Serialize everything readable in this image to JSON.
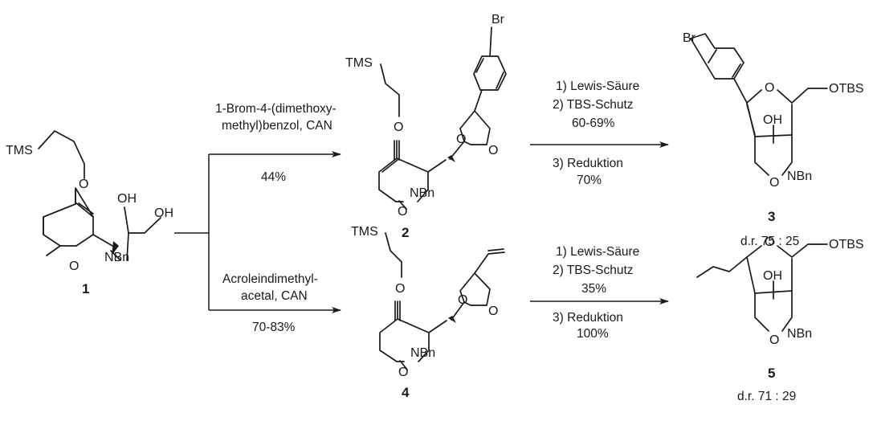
{
  "atoms": {
    "tms": "TMS",
    "oh": "OH",
    "o": "O",
    "nbn": "NBn",
    "br": "Br",
    "otbs": "OTBS"
  },
  "compounds": {
    "c1": "1",
    "c2": "2",
    "c3": "3",
    "c4": "4",
    "c5": "5"
  },
  "step_a": {
    "line1": "1-Brom-4-(dimethoxy-",
    "line2": "methyl)benzol, CAN",
    "yield": "44%"
  },
  "step_b": {
    "line1": "Acroleindimethyl-",
    "line2": "acetal, CAN",
    "yield": "70-83%"
  },
  "step_c": {
    "r1": "1) Lewis-Säure",
    "r2": "2) TBS-Schutz",
    "y12": "60-69%",
    "r3": "3) Reduktion",
    "y3": "70%"
  },
  "step_d": {
    "r1": "1) Lewis-Säure",
    "r2": "2) TBS-Schutz",
    "y12": "35%",
    "r3": "3) Reduktion",
    "y3": "100%"
  },
  "dr": {
    "c3": "d.r. 75 : 25",
    "c5": "d.r. 71 : 29"
  }
}
